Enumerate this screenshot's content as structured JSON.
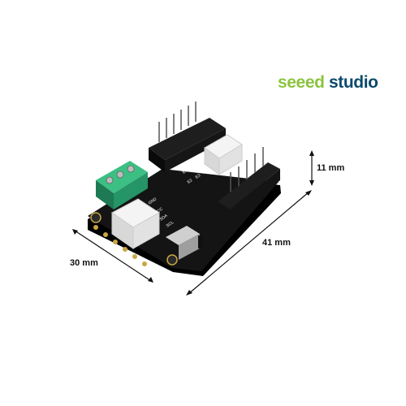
{
  "brand": {
    "part1": "seeed",
    "part2": "studio",
    "color1": "#8cc43f",
    "color2": "#0b4a6b"
  },
  "dimensions": {
    "width": "30 mm",
    "length": "41 mm",
    "height": "11 mm"
  },
  "board": {
    "silkscreen": [
      "GND",
      "VCC",
      "SDA",
      "SCL",
      "E0",
      "E1",
      "E2",
      "E3"
    ],
    "pcb_color": "#111111",
    "terminal_color": "#2fa36b",
    "connector_color": "#f2f2f2"
  }
}
